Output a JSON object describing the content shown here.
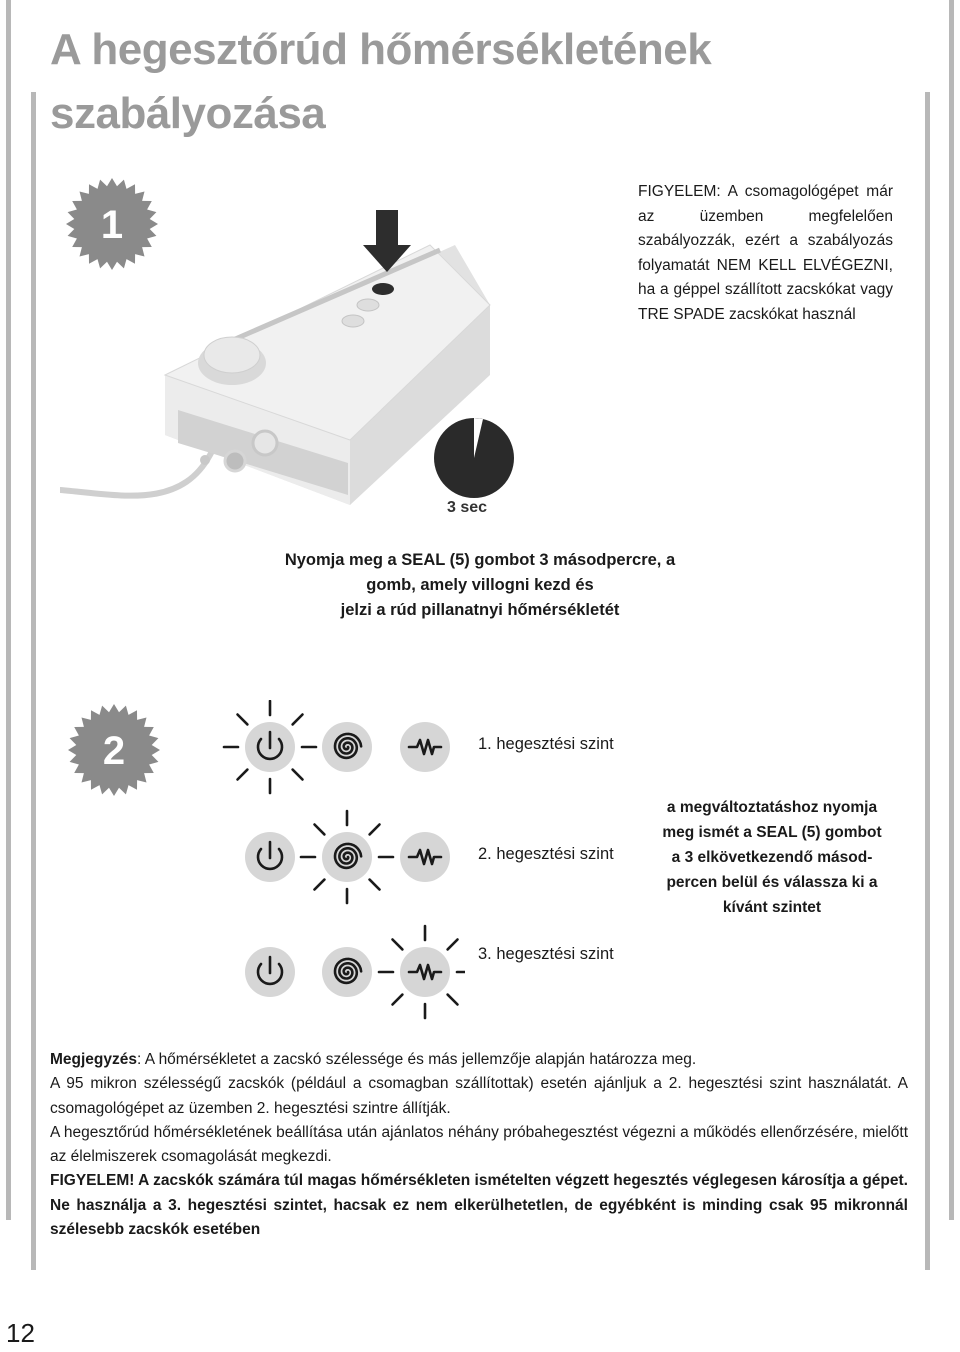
{
  "title": {
    "line1": "A hegesztőrúd hőmérsékletének",
    "line2": "szabályozása"
  },
  "steps": {
    "step1": "1",
    "step2": "2"
  },
  "warning": "FIGYELEM: A csomagológépet már az üzemben megfelelően szabályozzák, ezért a szabályozás folyamatát NEM KELL ELVÉGEZNI, ha a géppel szállított zacskókat vagy TRE SPADE zacskókat használ",
  "timer_label": "3 sec",
  "step1_caption": {
    "line1": "Nyomja meg a SEAL (5) gombot 3 másodpercre, a",
    "line2": "gomb, amely villogni kezd és",
    "line3": "jelzi a rúd pillanatnyi hőmérsékletét"
  },
  "levels": [
    {
      "label": "1. hegesztési szint",
      "lit_button": "power"
    },
    {
      "label": "2. hegesztési szint",
      "lit_button": "spiral"
    },
    {
      "label": "3. hegesztési szint",
      "lit_button": "zigzag"
    }
  ],
  "change_instruction": {
    "line1": "a megváltoztatáshoz nyomja",
    "line2": "meg ismét a SEAL (5) gombot",
    "line3": "a 3 elkövetkezendő másod-",
    "line4": "percen belül és válassza ki a",
    "line5": "kívánt szintet"
  },
  "note": {
    "p1_bold": "Megjegyzés",
    "p1_rest": ": A hőmérsékletet a zacskó szélessége és más jellemzője alapján határozza meg.",
    "p2": "A 95 mikron szélességű zacskók (például a csomagban szállítottak) esetén ajánljuk a 2. hegesztési szint használatát. A csomagológépet az üzemben 2. hegesztési szintre állítják.",
    "p3": "A hegesztőrúd hőmérsékletének beállítása után ajánlatos néhány próbahegesztést végezni a működés ellenőrzésére, mielőtt az élelmiszerek csomagolását megkezdi.",
    "p4": "FIGYELEM! A zacskók számára túl magas hőmérsékleten ismételten végzett hegesztés véglegesen károsítja a gépet. Ne használja a 3. hegesztési szintet, hacsak ez nem elkerülhetetlen, de egyébként is minding csak 95 mikronnál szélesebb zacskók esetében"
  },
  "page_number": "12",
  "colors": {
    "title_gray": "#9a9a9a",
    "rule_gray": "#b8b8b8",
    "button_gray": "#d6d6d6",
    "badge_gray": "#8a8a8a"
  }
}
